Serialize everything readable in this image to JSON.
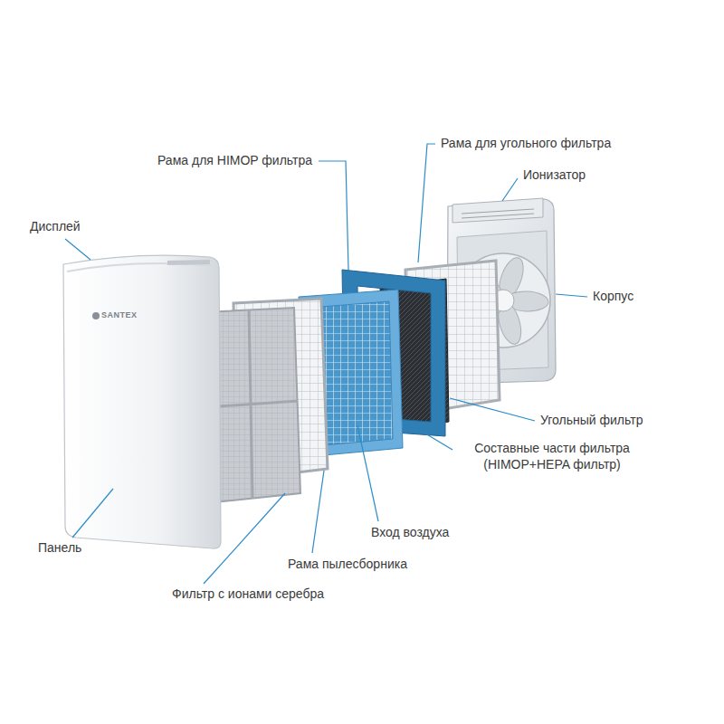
{
  "diagram": {
    "labels": [
      "Рама для угольного фильтра",
      "Рама для HIMOP фильтра",
      "Ионизатор",
      "Дисплей",
      "Корпус",
      "SANTEX",
      "Угольный фильтр",
      "Составные части фильтра (HIMOP+HEPA фильтр)",
      "Вход воздуха",
      "Панель",
      "Рама пылесборника",
      "Фильтр с ионами серебра"
    ]
  }
}
